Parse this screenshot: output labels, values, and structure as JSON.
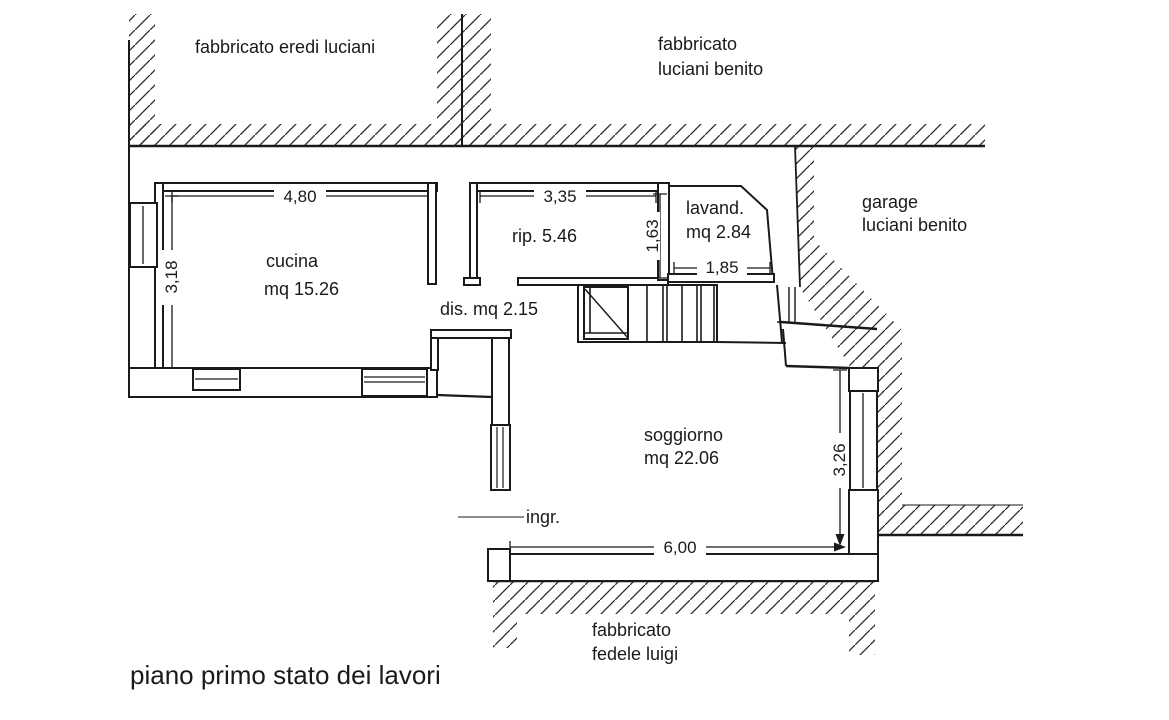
{
  "title": "piano primo stato dei lavori",
  "neighbors": {
    "top_left": "fabbricato eredi luciani",
    "top_right_line1": "fabbricato",
    "top_right_line2": "luciani benito",
    "garage_line1": "garage",
    "garage_line2": "luciani benito",
    "bottom_line1": "fabbricato",
    "bottom_line2": "fedele luigi"
  },
  "rooms": {
    "cucina": {
      "name": "cucina",
      "area": "mq 15.26"
    },
    "rip": {
      "label": "rip. 5.46"
    },
    "lavand": {
      "name": "lavand.",
      "area": "mq 2.84"
    },
    "dis": {
      "label": "dis. mq 2.15"
    },
    "soggiorno": {
      "name": "soggiorno",
      "area": "mq 22.06"
    },
    "ingresso": {
      "label": "ingr."
    }
  },
  "dimensions": {
    "cucina_width": "4,80",
    "cucina_height": "3,18",
    "rip_width": "3,35",
    "rip_height": "1,63",
    "lavand_width": "1,85",
    "soggiorno_width": "6,00",
    "soggiorno_height": "3,26"
  },
  "colors": {
    "ink": "#1a1a1a",
    "paper": "#ffffff"
  }
}
